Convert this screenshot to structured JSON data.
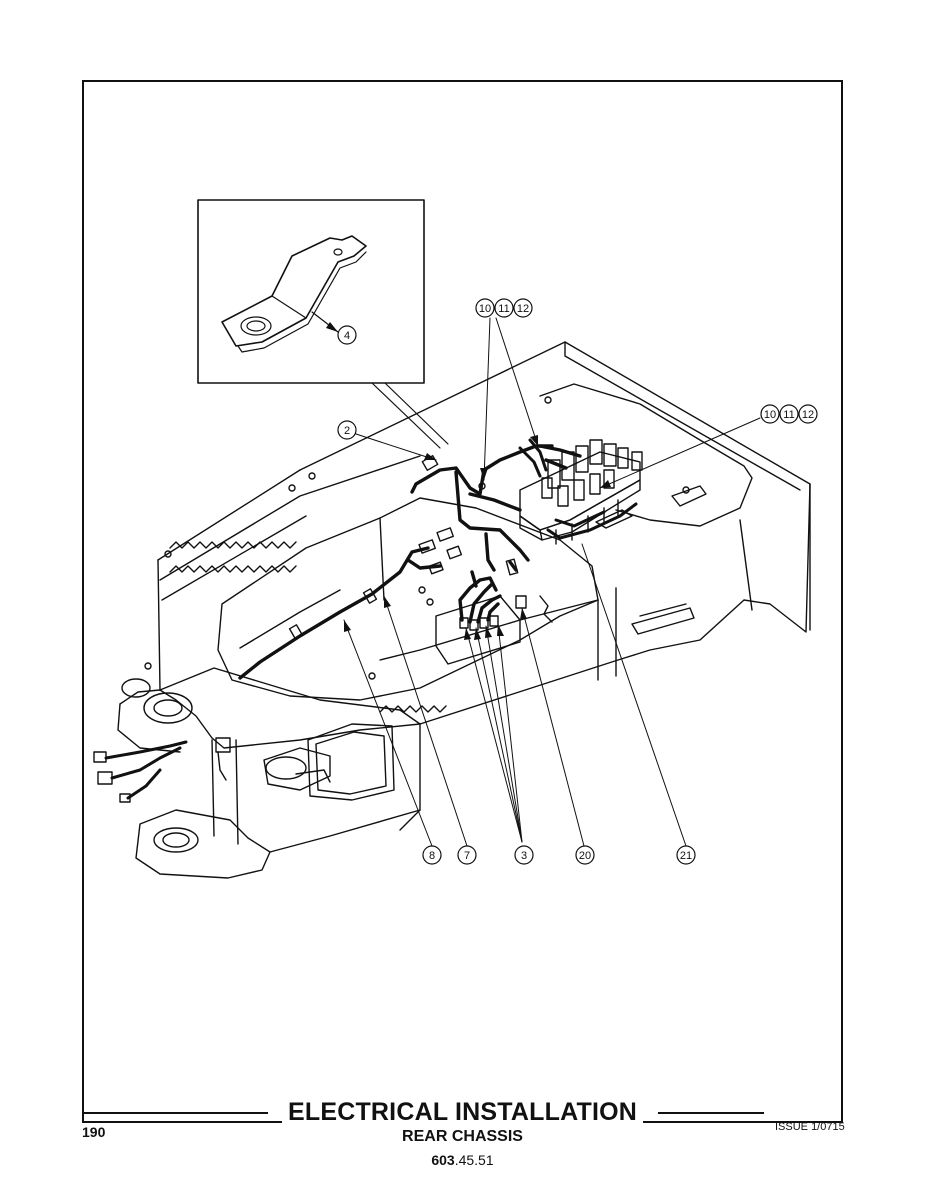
{
  "page": {
    "number": "190",
    "title": "ELECTRICAL INSTALLATION",
    "subtitle": "REAR CHASSIS",
    "part_number_bold": "603",
    "part_number_rest": ".45.51",
    "issue": "ISSUE 1/0715"
  },
  "callouts": {
    "detail_part": "4",
    "part_2": "2",
    "part_3": "3",
    "part_7": "7",
    "part_8": "8",
    "part_20": "20",
    "part_21": "21",
    "group_top": [
      "10",
      "11",
      "12"
    ],
    "group_right": [
      "10",
      "11",
      "12"
    ]
  },
  "colors": {
    "line": "#111111",
    "background": "#ffffff"
  }
}
